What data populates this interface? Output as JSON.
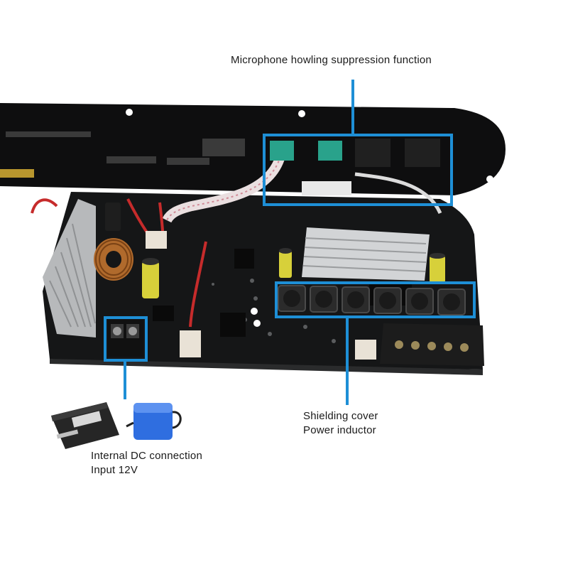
{
  "annotations": {
    "microphone": "Microphone howling suppression function",
    "shielding_line1": "Shielding cover",
    "shielding_line2": "Power inductor",
    "dc_line1": "Internal DC connection",
    "dc_line2": "Input 12V"
  },
  "colors": {
    "callout": "#1e8fd6",
    "board": "#141516",
    "panel": "#0d0d0d",
    "heatsink": "#c9cbcd",
    "battery": "#2a2a2a",
    "lithium_pack": "#2f6ee0"
  },
  "icons": {
    "callout_marker": "rectangle-outline",
    "battery": "lead-acid-battery",
    "lithium": "lithium-battery-pack"
  }
}
